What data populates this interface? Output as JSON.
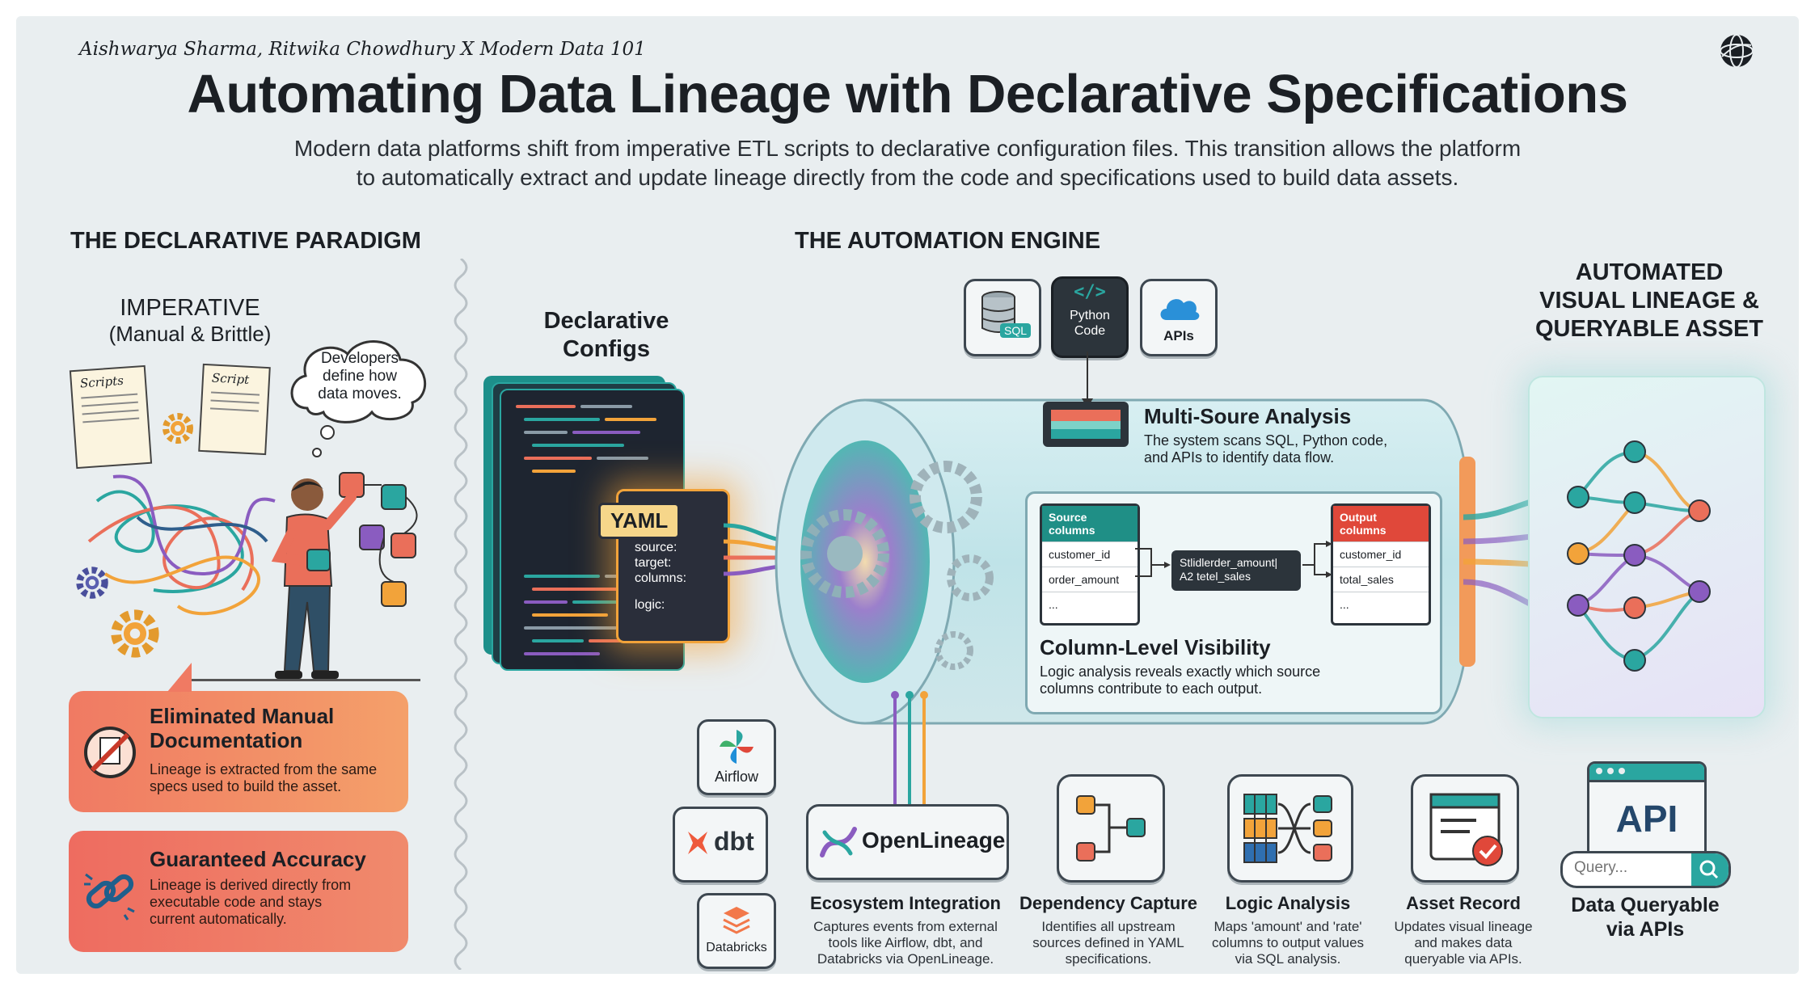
{
  "header": {
    "author": "Aishwarya Sharma, Ritwika Chowdhury X Modern Data 101",
    "title": "Automating Data Lineage with Declarative Specifications",
    "subtitle_line1": "Modern data platforms shift from imperative ETL scripts to declarative configuration files. This transition allows the platform",
    "subtitle_line2": "to automatically extract and update lineage directly from the code and specifications used to build data assets."
  },
  "left": {
    "heading": "THE DECLARATIVE PARADIGM",
    "imperative_title": "IMPERATIVE",
    "imperative_subtitle": "(Manual & Brittle)",
    "thought_line1": "Developers",
    "thought_line2": "define how",
    "thought_line3": "data moves.",
    "script_label_1": "Scripts",
    "script_label_2": "Script",
    "cards": [
      {
        "title_line1": "Eliminated Manual",
        "title_line2": "Documentation",
        "text_line1": "Lineage is extracted from the same",
        "text_line2": "specs used to build the asset.",
        "icon": "no-document-icon"
      },
      {
        "title_line1": "Guaranteed Accuracy",
        "title_line2": "",
        "text_line1": "Lineage is derived directly from",
        "text_line2": "executable code and stays",
        "text_line3": "current automatically.",
        "icon": "chain-link-icon"
      }
    ]
  },
  "engine": {
    "heading": "THE AUTOMATION ENGINE",
    "declarative_line1": "Declarative",
    "declarative_line2": "Configs",
    "yaml_label": "YAML",
    "yaml_lines": [
      "source:",
      "target:",
      "columns:",
      "",
      "logic:"
    ],
    "sources": [
      {
        "label": "SQL",
        "icon": "database-icon"
      },
      {
        "label_line1": "Python",
        "label_line2": "Code",
        "icon": "code-brackets-icon"
      },
      {
        "label": "APIs",
        "icon": "cloud-icon"
      }
    ],
    "multi_source_title": "Multi-Soure Analysis",
    "multi_source_text_line1": "The system scans SQL, Python code,",
    "multi_source_text_line2": "and APIs to identify data flow.",
    "source_columns_header": "Source columns",
    "source_columns": [
      "customer_id",
      "order_amount",
      "..."
    ],
    "transform_line1": "Stlidlerder_amount|",
    "transform_line2": "A2 tetel_sales",
    "output_columns_header": "Output columns",
    "output_columns": [
      "customer_id",
      "total_sales",
      "..."
    ],
    "column_title": "Column-Level Visibility",
    "column_text_line1": "Logic analysis reveals exactly which source",
    "column_text_line2": "columns contribute to each output."
  },
  "output": {
    "title_line1": "AUTOMATED",
    "title_line2": "VISUAL LINEAGE &",
    "title_line3": "QUERYABLE ASSET"
  },
  "tools": [
    {
      "label": "Airflow",
      "icon": "airflow-pinwheel-icon"
    },
    {
      "label": "dbt",
      "icon": "dbt-logo-icon"
    },
    {
      "label": "Databricks",
      "icon": "databricks-stack-icon"
    }
  ],
  "openlineage_label": "OpenLineage",
  "features": [
    {
      "title": "Ecosystem Integration",
      "text_line1": "Captures events from external",
      "text_line2": "tools like Airflow, dbt, and",
      "text_line3": "Databricks via OpenLineage."
    },
    {
      "title": "Dependency Capture",
      "text_line1": "Identifies all upstream",
      "text_line2": "sources defined in YAML",
      "text_line3": "specifications."
    },
    {
      "title": "Logic Analysis",
      "text_line1": "Maps 'amount' and 'rate'",
      "text_line2": "columns to output values",
      "text_line3": "via SQL analysis."
    },
    {
      "title": "Asset Record",
      "text_line1": "Updates visual lineage",
      "text_line2": "and makes data",
      "text_line3": "queryable via APIs."
    }
  ],
  "api": {
    "label": "API",
    "search_placeholder": "Query...",
    "caption_line1": "Data Queryable",
    "caption_line2": "via APIs"
  },
  "colors": {
    "teal": "#2aa6a0",
    "orange": "#f2a33a",
    "coral": "#ea6f5a",
    "purple": "#8a5cc0",
    "navy": "#2c343b"
  }
}
